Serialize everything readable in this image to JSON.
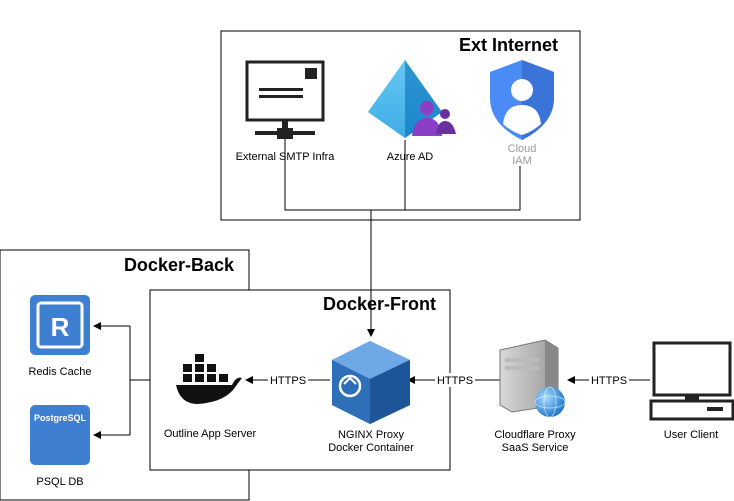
{
  "groups": {
    "ext_internet": "Ext Internet",
    "docker_back": "Docker-Back",
    "docker_front": "Docker-Front"
  },
  "nodes": {
    "smtp": "External SMTP Infra",
    "azure_ad": "Azure AD",
    "cloud_iam_line1": "Cloud",
    "cloud_iam_line2": "IAM",
    "redis": "Redis Cache",
    "psql": "PSQL DB",
    "psql_badge": "PostgreSQL",
    "redis_badge": "R",
    "outline_app": "Outline App Server",
    "nginx_line1": "NGINX Proxy",
    "nginx_line2": "Docker Container",
    "cloudflare_line1": "Cloudflare Proxy",
    "cloudflare_line2": "SaaS Service",
    "user_client": "User Client"
  },
  "edges": {
    "https_1": "HTTPS",
    "https_2": "HTTPS",
    "https_3": "HTTPS"
  },
  "colors": {
    "docker_blue": "#2b5f9e",
    "redis_blue": "#3f7fd1",
    "azure_blue": "#35a8e8",
    "iam_blue": "#4b8bf5",
    "purple": "#8b3fc7"
  }
}
